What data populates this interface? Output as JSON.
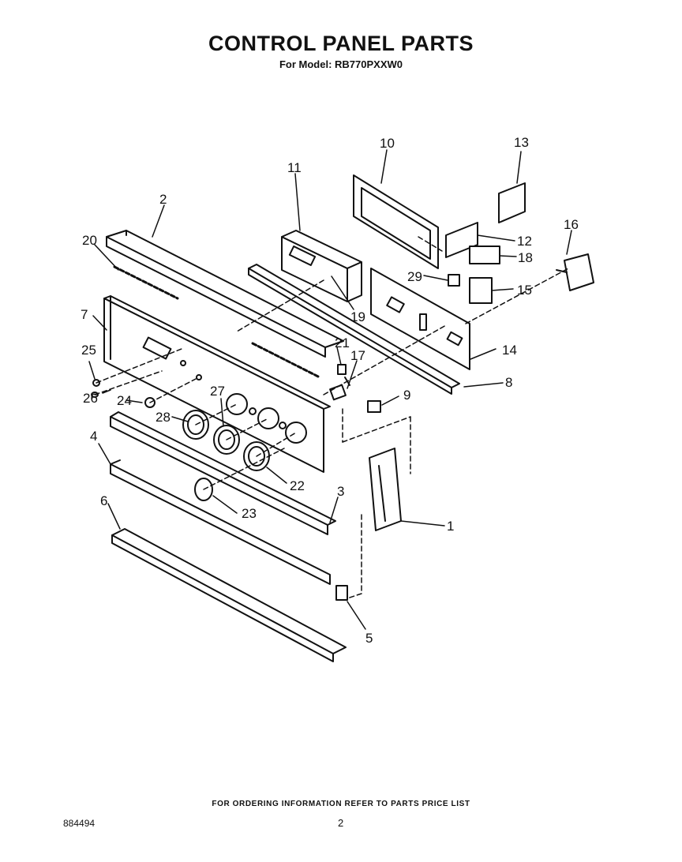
{
  "header": {
    "title": "CONTROL PANEL PARTS",
    "subtitle": "For Model: RB770PXXW0"
  },
  "callouts": [
    "1",
    "2",
    "3",
    "4",
    "5",
    "6",
    "7",
    "8",
    "9",
    "10",
    "11",
    "12",
    "13",
    "14",
    "15",
    "16",
    "17",
    "18",
    "19",
    "20",
    "21",
    "22",
    "23",
    "24",
    "25",
    "26",
    "27",
    "28",
    "29"
  ],
  "footer": {
    "ordering_note": "FOR ORDERING INFORMATION REFER TO PARTS PRICE LIST",
    "doc_number": "884494",
    "page_number": "2"
  }
}
